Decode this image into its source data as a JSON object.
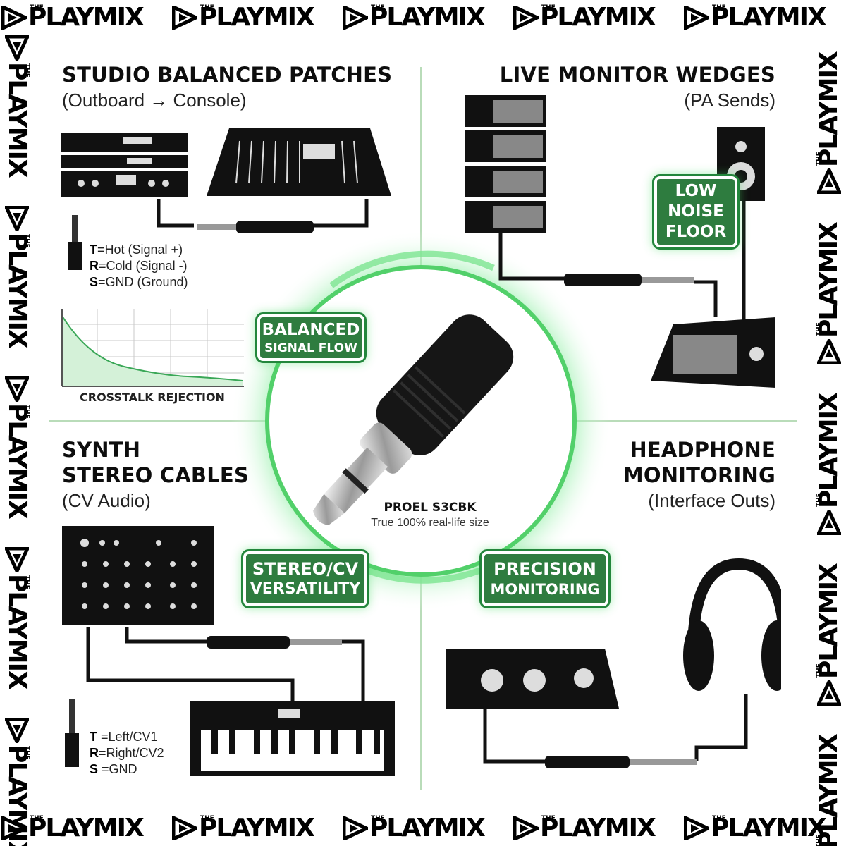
{
  "brand": {
    "prefix": "THE",
    "name": "PLAYMIX"
  },
  "quadrants": {
    "studio": {
      "title": "STUDIO BALANCED PATCHES",
      "subtitle": "(Outboard → Console)"
    },
    "live": {
      "title": "LIVE MONITOR WEDGES",
      "subtitle": "(PA Sends)"
    },
    "synth": {
      "title_line1": "SYNTH",
      "title_line2": "STEREO CABLES",
      "subtitle": "(CV Audio)"
    },
    "headphone": {
      "title_line1": "HEADPHONE",
      "title_line2": "MONITORING",
      "subtitle": "(Interface Outs)"
    }
  },
  "badges": {
    "balanced": {
      "line1": "BALANCED",
      "line2": "SIGNAL FLOW"
    },
    "noise": {
      "line1": "LOW",
      "line2": "NOISE",
      "line3": "FLOOR"
    },
    "stereo": {
      "line1": "STEREO/CV",
      "line2": "VERSATILITY"
    },
    "precision": {
      "line1": "PRECISION",
      "line2": "MONITORING"
    }
  },
  "legend_balanced": [
    {
      "key": "T",
      "text": "=Hot (Signal +)"
    },
    {
      "key": "R",
      "text": "=Cold (Signal -)"
    },
    {
      "key": "S",
      "text": "=GND (Ground)"
    }
  ],
  "legend_stereo": [
    {
      "key": "T",
      "text": " =Left/CV1"
    },
    {
      "key": "R",
      "text": "=Right/CV2"
    },
    {
      "key": "S",
      "text": " =GND"
    }
  ],
  "crosstalk_label": "CROSSTALK REJECTION",
  "product": {
    "name": "PROEL S3CBK",
    "caption": "True 100% real-life size"
  },
  "colors": {
    "accent": "#2e7c3f",
    "glow": "#4fdc6f",
    "ink": "#111111"
  }
}
